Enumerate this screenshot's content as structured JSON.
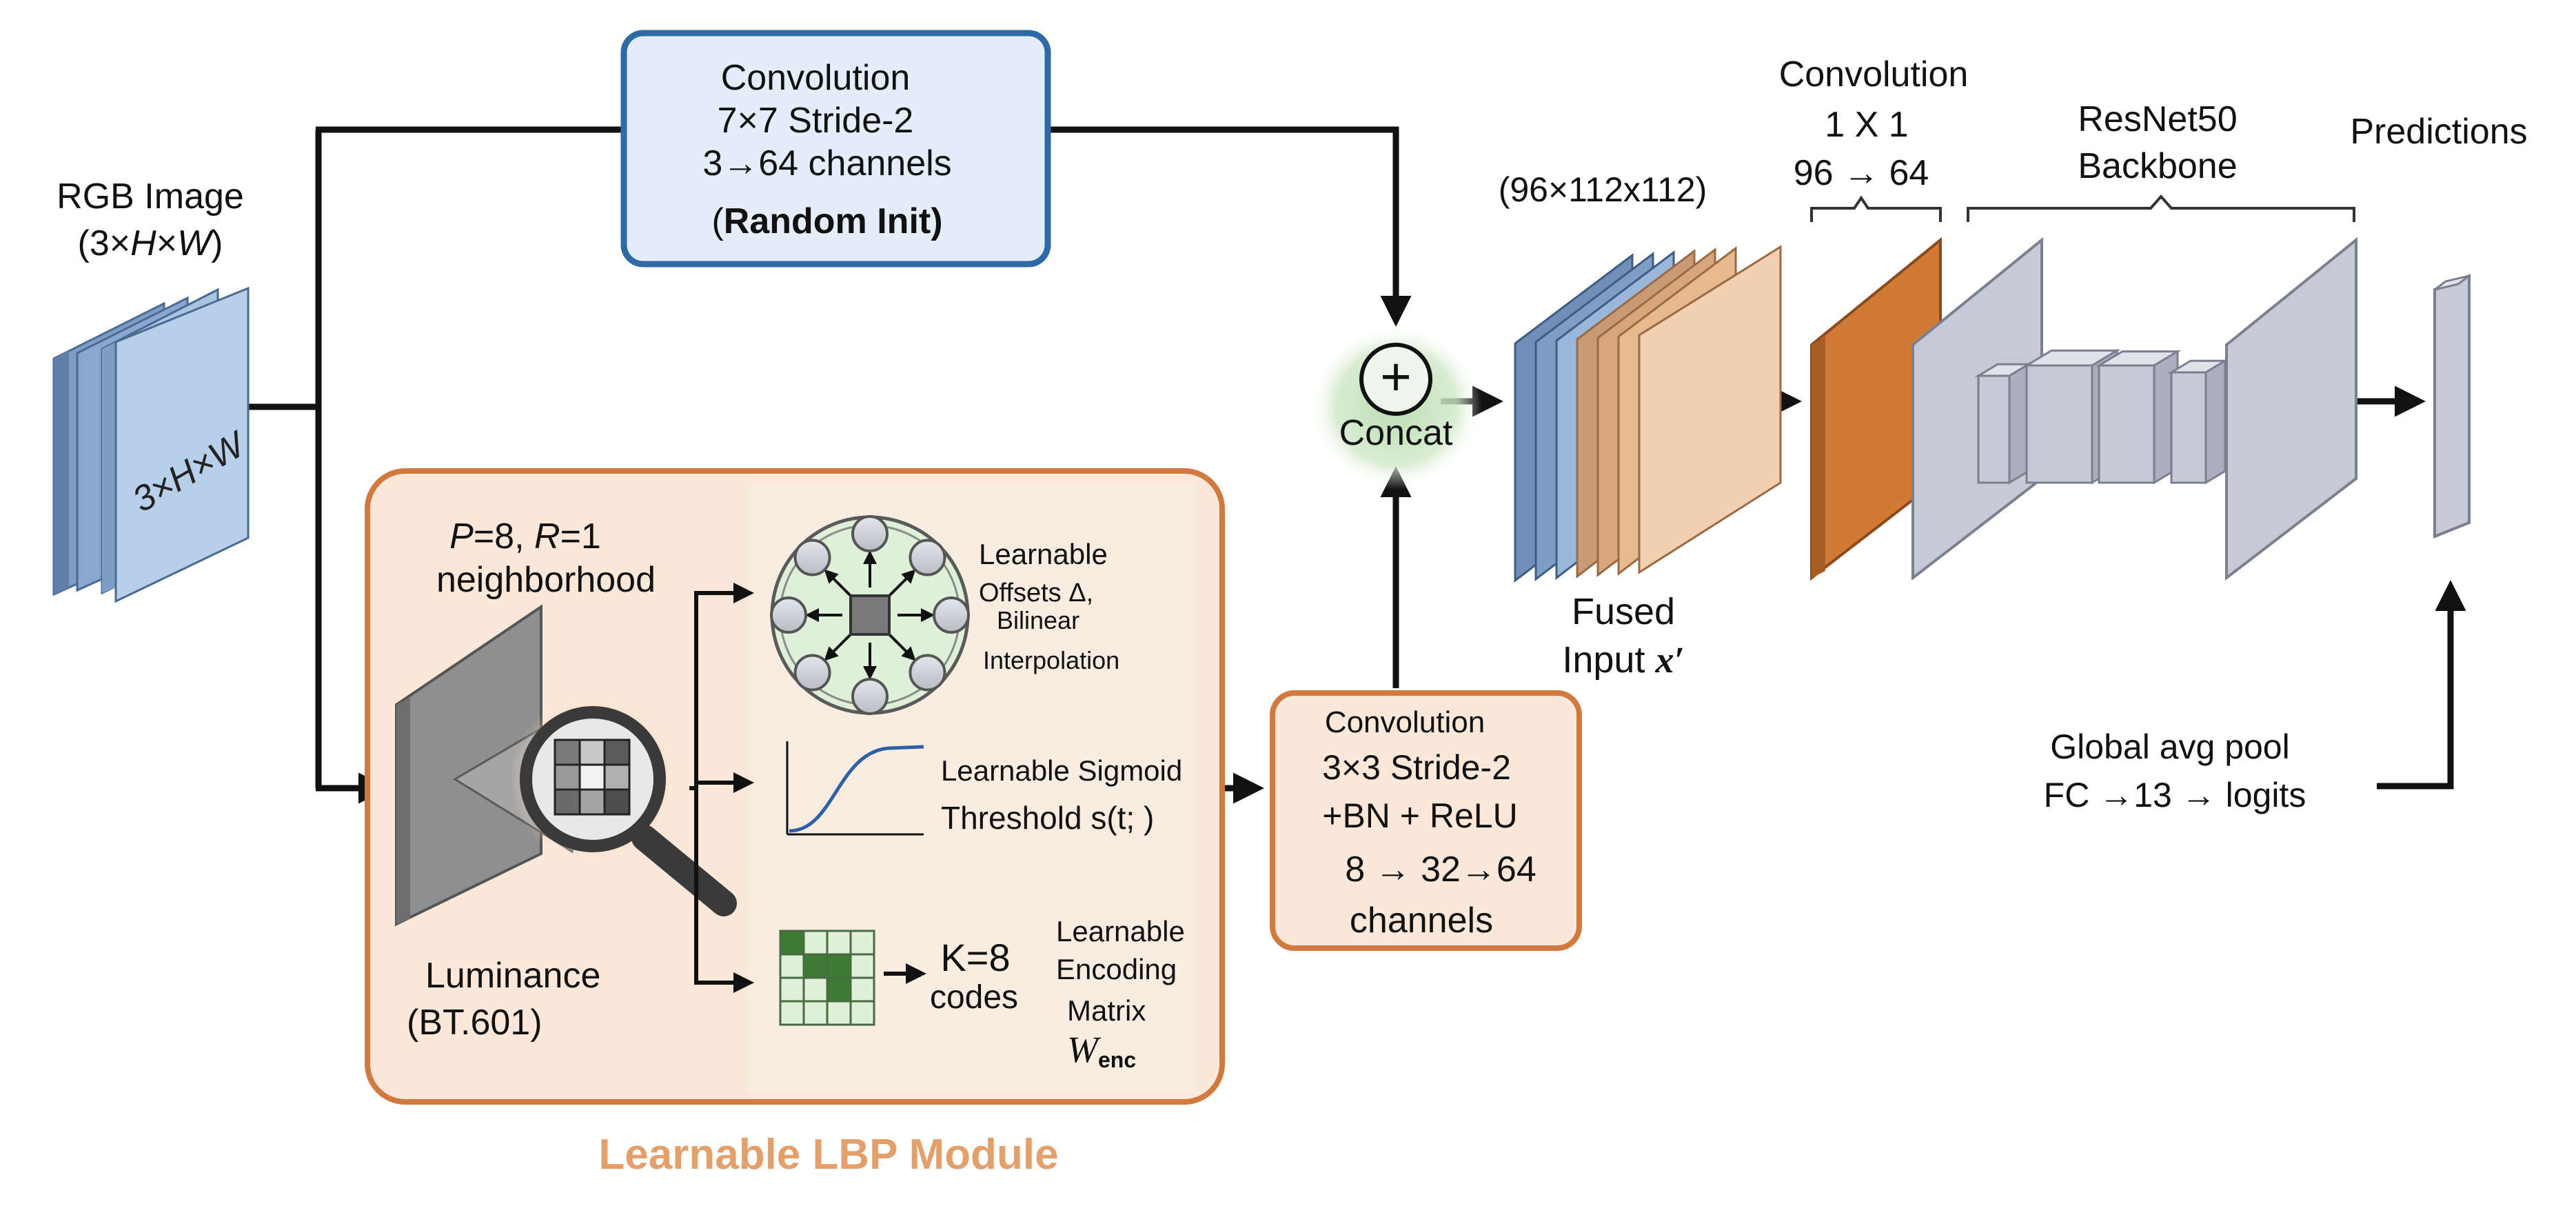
{
  "rgb_image": {
    "title": "RGB Image",
    "shape_open": "(3×",
    "shape_h": "H",
    "shape_times": "×",
    "shape_w": "W",
    "shape_close": ")",
    "face_label": "3×H×W"
  },
  "conv_top": {
    "line1": "Convolution",
    "line2": "7×7 Stride-2",
    "line3": "3→64 channels",
    "line4_open": "(",
    "line4_bold": "Random Init)"
  },
  "lbp_module": {
    "title": "Learnable LBP Module",
    "neighborhood_p": "P",
    "neighborhood_p_val": "=8, ",
    "neighborhood_r": "R",
    "neighborhood_r_val": "=1",
    "neighborhood_word": "neighborhood",
    "luminance_line1": "Luminance",
    "luminance_line2": "(BT.601)",
    "offsets_line1": "Learnable",
    "offsets_line2": "Offsets Δ,",
    "offsets_line3": "Bilinear",
    "offsets_line4": "Interpolation",
    "sigmoid_line1": "Learnable Sigmoid",
    "sigmoid_line2": "Threshold s(t; )",
    "codes_k": "K=8",
    "codes_word": "codes",
    "encoding_line1": "Learnable",
    "encoding_line2": "Encoding",
    "encoding_line3": "Matrix",
    "encoding_w": "W",
    "encoding_sub": "enc"
  },
  "conv_lbp": {
    "line1": "Convolution",
    "line2": "3×3 Stride-2",
    "line3": "+BN + ReLU",
    "line4": "8 → 32→64",
    "line5": "channels"
  },
  "concat": {
    "symbol": "+",
    "label": "Concat"
  },
  "fused": {
    "shape": "(96×112x112)",
    "label_line1": "Fused",
    "label_line2_word": "Input ",
    "label_line2_var": "x′"
  },
  "conv_1x1": {
    "line1": "Convolution",
    "line2": "1 X 1",
    "line3": "96 →  64"
  },
  "backbone": {
    "line1": "ResNet50",
    "line2": "Backbone"
  },
  "predictions": {
    "label": "Predictions"
  },
  "pool": {
    "line1": "Global avg pool",
    "line2": "FC →13 → logits"
  },
  "colors": {
    "rgb_blue": "#7f9ec6",
    "rgb_light": "#a9c3e3",
    "conv_top_fill": "#e3eefa",
    "conv_top_border": "#2e6aa8",
    "lbp_fill": "#fbe8d8",
    "lbp_border": "#d2793f",
    "lbp_title": "#e3a06b",
    "orange_layer": "#d07a35",
    "concat_glow": "#b9ddb0",
    "resnet_gray": "#c5cad6",
    "green_dark": "#3d7a35",
    "green_light": "#dff0d8"
  }
}
